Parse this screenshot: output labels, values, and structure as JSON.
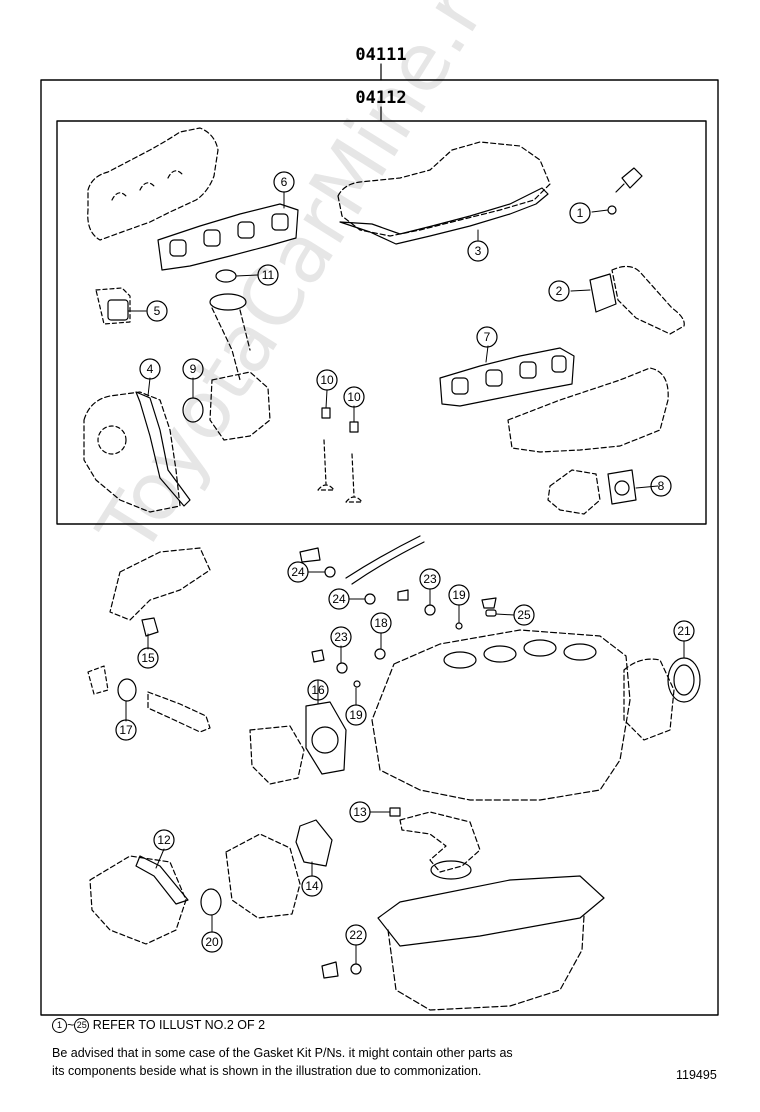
{
  "header": {
    "kit_part_number": "04111",
    "subkit_part_number": "04112"
  },
  "callouts": [
    {
      "id": "c1",
      "label": "1"
    },
    {
      "id": "c2",
      "label": "2"
    },
    {
      "id": "c3",
      "label": "3"
    },
    {
      "id": "c4",
      "label": "4"
    },
    {
      "id": "c5",
      "label": "5"
    },
    {
      "id": "c6",
      "label": "6"
    },
    {
      "id": "c7",
      "label": "7"
    },
    {
      "id": "c8",
      "label": "8"
    },
    {
      "id": "c9",
      "label": "9"
    },
    {
      "id": "c10a",
      "label": "10"
    },
    {
      "id": "c10b",
      "label": "10"
    },
    {
      "id": "c11",
      "label": "11"
    },
    {
      "id": "c12",
      "label": "12"
    },
    {
      "id": "c13",
      "label": "13"
    },
    {
      "id": "c14",
      "label": "14"
    },
    {
      "id": "c15",
      "label": "15"
    },
    {
      "id": "c16",
      "label": "16"
    },
    {
      "id": "c17",
      "label": "17"
    },
    {
      "id": "c18",
      "label": "18"
    },
    {
      "id": "c19a",
      "label": "19"
    },
    {
      "id": "c19b",
      "label": "19"
    },
    {
      "id": "c20",
      "label": "20"
    },
    {
      "id": "c21",
      "label": "21"
    },
    {
      "id": "c22",
      "label": "22"
    },
    {
      "id": "c23a",
      "label": "23"
    },
    {
      "id": "c23b",
      "label": "23"
    },
    {
      "id": "c24a",
      "label": "24"
    },
    {
      "id": "c24b",
      "label": "24"
    },
    {
      "id": "c25",
      "label": "25"
    }
  ],
  "footer": {
    "range_start": "1",
    "range_sep": "~",
    "range_end": "25",
    "refer_text": "REFER TO ILLUST NO.2 OF 2",
    "advisory_line1": "Be advised that in some case of the Gasket Kit P/Ns.  it might contain other parts as",
    "advisory_line2": "its components beside what is shown in the illustration due to commonization.",
    "illustration_id": "119495"
  },
  "watermark": "ToyotaCarMine.ru"
}
